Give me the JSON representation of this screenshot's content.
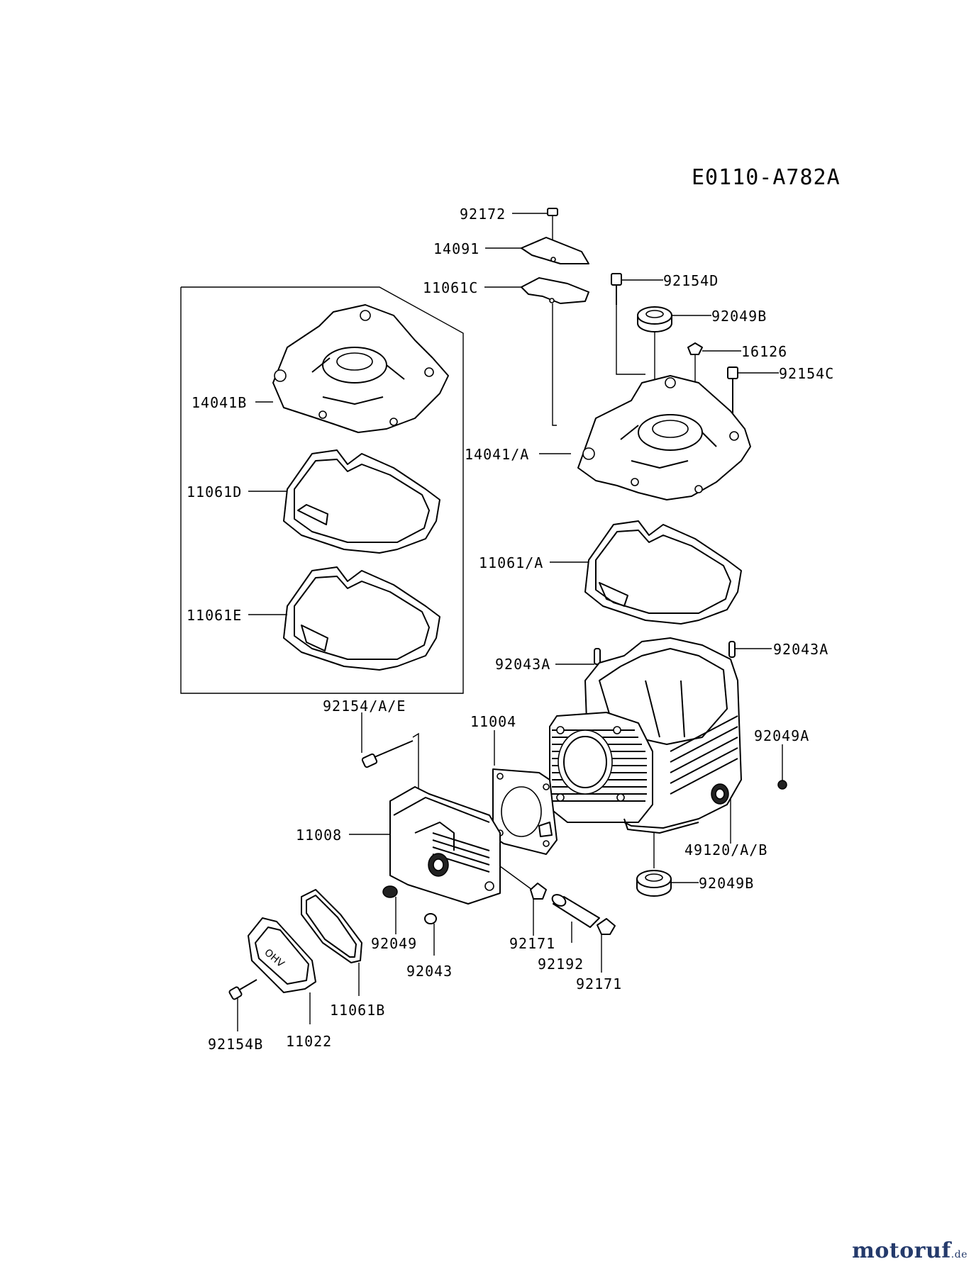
{
  "diagram": {
    "code": "E0110-A782A",
    "labels": {
      "p92172": "92172",
      "p14091": "14091",
      "p11061C": "11061C",
      "p92154D": "92154D",
      "p92049B_top": "92049B",
      "p16126": "16126",
      "p92154C": "92154C",
      "p14041B": "14041B",
      "p14041A": "14041/A",
      "p11061D": "11061D",
      "p11061A": "11061/A",
      "p11061E": "11061E",
      "p92043A_left": "92043A",
      "p92043A_right": "92043A",
      "p92154AE": "92154/A/E",
      "p11004": "11004",
      "p92049A": "92049A",
      "p11008": "11008",
      "p49120AB": "49120/A/B",
      "p92049B_bottom": "92049B",
      "p92049": "92049",
      "p92043": "92043",
      "p92171_left": "92171",
      "p92192": "92192",
      "p92171_right": "92171",
      "p11061B": "11061B",
      "p92154B": "92154B",
      "p11022": "11022"
    }
  },
  "watermark": {
    "part1": "motoruf",
    "part2": ".de"
  }
}
